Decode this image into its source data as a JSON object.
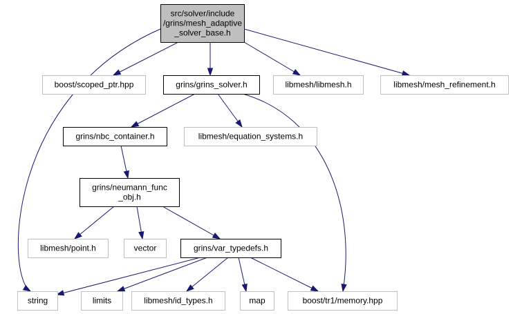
{
  "colors": {
    "edge": "#191970",
    "root_fill": "#bfbfbf",
    "root_border": "#000000",
    "internal_border": "#000000",
    "external_border": "#bfbfbf",
    "box_fill": "#ffffff",
    "text": "#000000"
  },
  "graph": {
    "nodes": [
      {
        "id": "root",
        "lines": [
          "src/solver/include",
          "/grins/mesh_adaptive",
          "_solver_base.h"
        ],
        "kind": "root"
      },
      {
        "id": "scoped_ptr",
        "lines": [
          "boost/scoped_ptr.hpp"
        ],
        "kind": "external"
      },
      {
        "id": "grins_solver",
        "lines": [
          "grins/grins_solver.h"
        ],
        "kind": "internal"
      },
      {
        "id": "libmesh",
        "lines": [
          "libmesh/libmesh.h"
        ],
        "kind": "external"
      },
      {
        "id": "mesh_refinement",
        "lines": [
          "libmesh/mesh_refinement.h"
        ],
        "kind": "external"
      },
      {
        "id": "nbc_container",
        "lines": [
          "grins/nbc_container.h"
        ],
        "kind": "internal"
      },
      {
        "id": "equation_systems",
        "lines": [
          "libmesh/equation_systems.h"
        ],
        "kind": "external"
      },
      {
        "id": "neumann_func",
        "lines": [
          "grins/neumann_func",
          "_obj.h"
        ],
        "kind": "internal"
      },
      {
        "id": "point",
        "lines": [
          "libmesh/point.h"
        ],
        "kind": "external"
      },
      {
        "id": "vector",
        "lines": [
          "vector"
        ],
        "kind": "external"
      },
      {
        "id": "var_typedefs",
        "lines": [
          "grins/var_typedefs.h"
        ],
        "kind": "internal"
      },
      {
        "id": "string",
        "lines": [
          "string"
        ],
        "kind": "external"
      },
      {
        "id": "limits",
        "lines": [
          "limits"
        ],
        "kind": "external"
      },
      {
        "id": "id_types",
        "lines": [
          "libmesh/id_types.h"
        ],
        "kind": "external"
      },
      {
        "id": "map",
        "lines": [
          "map"
        ],
        "kind": "external"
      },
      {
        "id": "memory",
        "lines": [
          "boost/tr1/memory.hpp"
        ],
        "kind": "external"
      }
    ],
    "edges": [
      {
        "from": "root",
        "to": "string"
      },
      {
        "from": "root",
        "to": "scoped_ptr"
      },
      {
        "from": "root",
        "to": "grins_solver"
      },
      {
        "from": "root",
        "to": "libmesh"
      },
      {
        "from": "root",
        "to": "mesh_refinement"
      },
      {
        "from": "grins_solver",
        "to": "nbc_container"
      },
      {
        "from": "grins_solver",
        "to": "equation_systems"
      },
      {
        "from": "grins_solver",
        "to": "memory"
      },
      {
        "from": "nbc_container",
        "to": "neumann_func"
      },
      {
        "from": "neumann_func",
        "to": "point"
      },
      {
        "from": "neumann_func",
        "to": "vector"
      },
      {
        "from": "neumann_func",
        "to": "var_typedefs"
      },
      {
        "from": "var_typedefs",
        "to": "string"
      },
      {
        "from": "var_typedefs",
        "to": "limits"
      },
      {
        "from": "var_typedefs",
        "to": "id_types"
      },
      {
        "from": "var_typedefs",
        "to": "map"
      },
      {
        "from": "var_typedefs",
        "to": "memory"
      }
    ]
  }
}
